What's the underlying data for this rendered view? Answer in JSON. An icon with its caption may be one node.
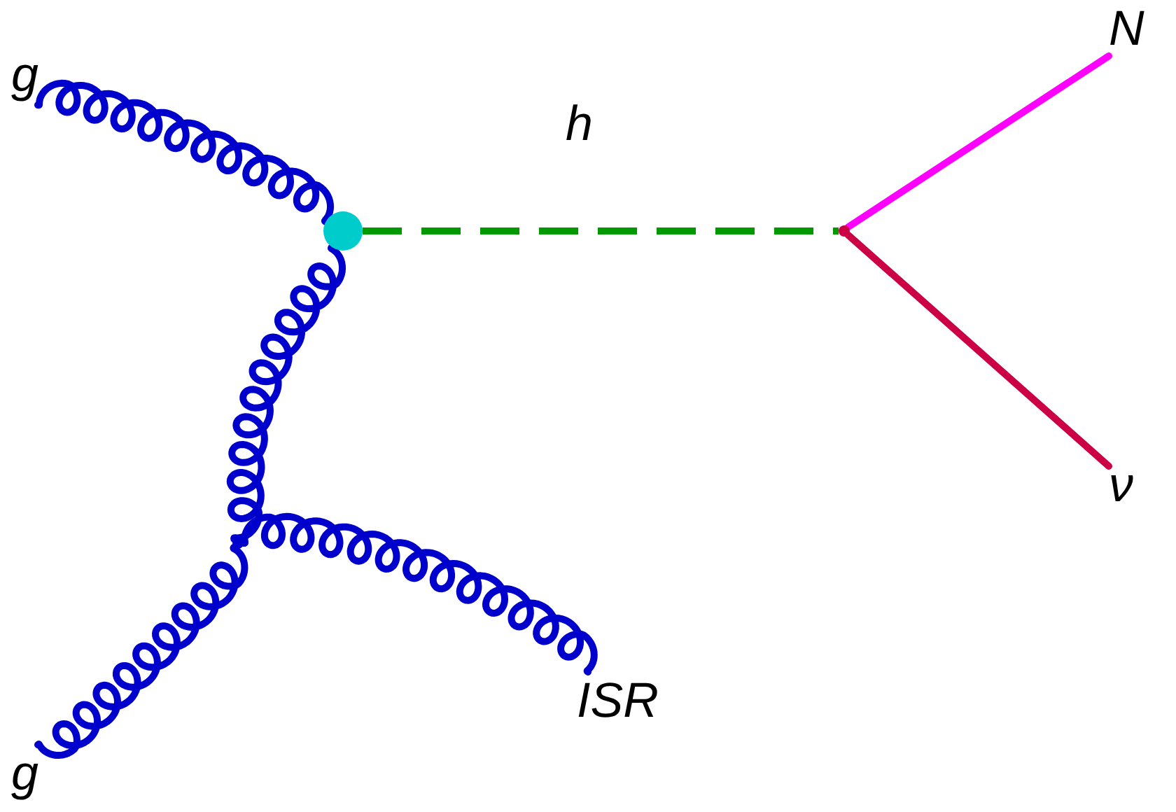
{
  "diagram": {
    "nodes": [
      {
        "text": [
          "g"
        ]
      },
      {
        "text": [
          "N"
        ]
      },
      {
        "text": [],
        "shape": "circle"
      },
      {
        "text": [],
        "shape": "point"
      },
      {
        "text": [
          "ν"
        ]
      },
      {
        "text": [],
        "shape": "point"
      },
      {
        "text": [
          "ISR"
        ]
      },
      {
        "text": [
          "g"
        ]
      }
    ],
    "edges": [
      {
        "from": 0,
        "to": 2,
        "arrow": "none"
      },
      {
        "from": 2,
        "to": 3,
        "arrow": "none",
        "label": "h",
        "style": "dashed",
        "color": "#009900"
      },
      {
        "from": 3,
        "to": 1,
        "arrow": "none",
        "color": "#ff00ff"
      },
      {
        "from": 3,
        "to": 4,
        "arrow": "none",
        "color": "#cc0044"
      },
      {
        "from": 5,
        "to": 2,
        "arrow": "none"
      },
      {
        "from": 7,
        "to": 5,
        "arrow": "none"
      },
      {
        "from": 5,
        "to": 6,
        "arrow": "none"
      }
    ]
  }
}
